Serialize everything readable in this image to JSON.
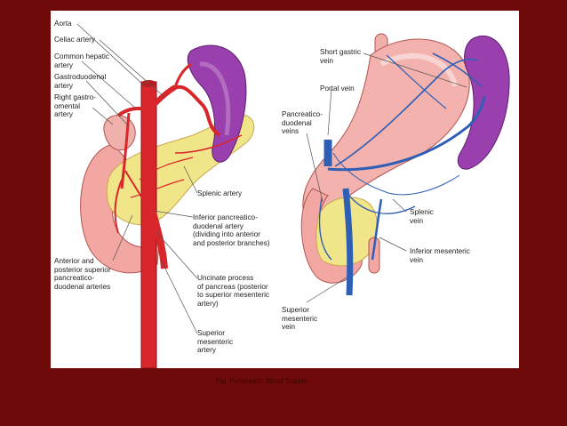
{
  "figure": {
    "left_labels": {
      "aorta": "Aorta",
      "celiac_artery": "Celiac artery",
      "common_hepatic_artery": "Common hepatic\nartery",
      "gastroduodenal_artery": "Gastroduodenal\nartery",
      "right_gastroomental_artery": "Right gastro-\nomental\nartery",
      "splenic_artery": "Splenic artery",
      "inferior_pancreaticoduodenal_artery": "Inferior pancreatico-\nduodenal artery\n(dividing into anterior\nand posterior branches)",
      "anterior_posterior_superior_arteries": "Anterior and\nposterior superior\npancreatico-\nduodenal arteries",
      "uncinate_process": "Uncinate process\nof pancreas (posterior\nto superior mesenteric\nartery)",
      "superior_mesenteric_artery": "Superior\nmesenteric\nartery"
    },
    "right_labels": {
      "short_gastric_vein": "Short gastric\nvein",
      "portal_vein": "Portal vein",
      "pancreaticoduodenal_veins": "Pancreatico-\nduodenal\nveins",
      "splenic_vein": "Splenic\nvein",
      "inferior_mesenteric_vein": "Inferior mesenteric\nvein",
      "superior_mesenteric_vein": "Superior\nmesenteric\nvein"
    },
    "colors": {
      "background": "#6e0a0a",
      "artery": "#d8262a",
      "vein": "#2f5fb5",
      "pancreas": "#f1e58a",
      "stomach": "#f3b2ae",
      "spleen": "#9a3fae"
    }
  },
  "caption": "Fig. Pancreatic Blood Supply"
}
